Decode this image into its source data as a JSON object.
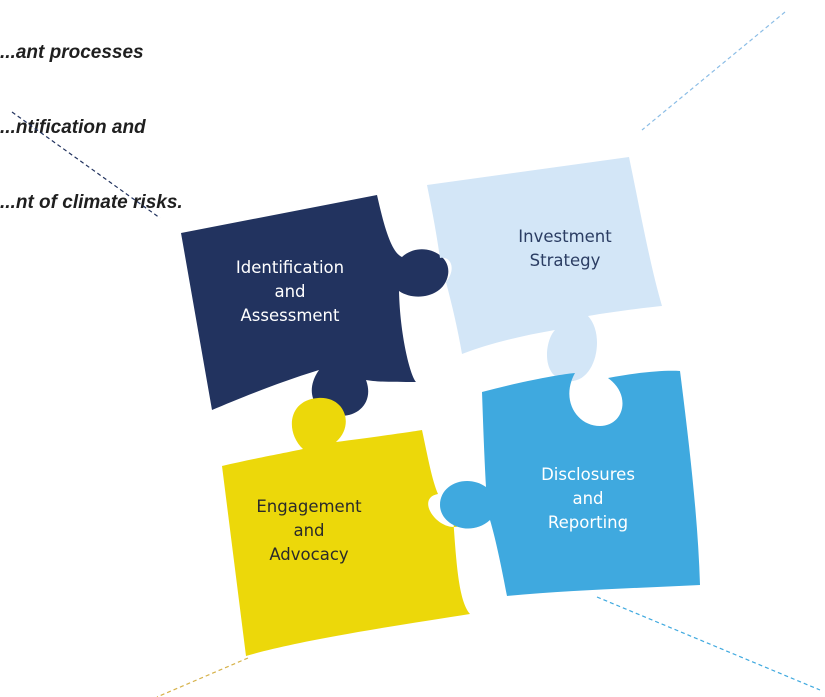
{
  "caption": {
    "lines": [
      "...ant processes",
      "...ntification and",
      "...nt of climate risks."
    ]
  },
  "pieces": [
    {
      "id": "identification-assessment",
      "lines": [
        "Identification",
        "and",
        "Assessment"
      ],
      "fill": "#22335f",
      "text_color": "#ffffff"
    },
    {
      "id": "investment-strategy",
      "lines": [
        "Investment",
        "Strategy"
      ],
      "fill": "#d3e6f7",
      "text_color": "#2b3d63"
    },
    {
      "id": "engagement-advocacy",
      "lines": [
        "Engagement",
        "and",
        "Advocacy"
      ],
      "fill": "#ecd80a",
      "text_color": "#2a2a2a"
    },
    {
      "id": "disclosures-reporting",
      "lines": [
        "Disclosures",
        "and",
        "Reporting"
      ],
      "fill": "#3fa9df",
      "text_color": "#ffffff"
    }
  ],
  "connector_colors": {
    "dark": "#22335f",
    "light": "#8bbde6",
    "gold": "#d6b24a",
    "blue": "#3fa9df"
  }
}
